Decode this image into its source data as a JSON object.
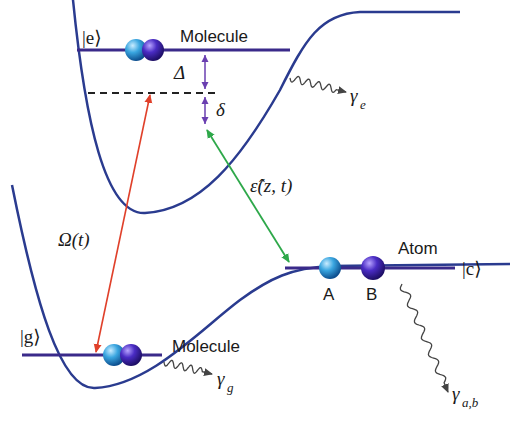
{
  "diagram": {
    "labels": [
      "|e⟩",
      "Molecule",
      "Δ",
      "δ",
      "γ",
      "e",
      "Ω(t)",
      "ε̂(z, t)",
      "|g⟩",
      "Molecule",
      "γ",
      "g",
      "Atom",
      "|c⟩",
      "A",
      "B",
      "γ",
      "a,b"
    ]
  }
}
